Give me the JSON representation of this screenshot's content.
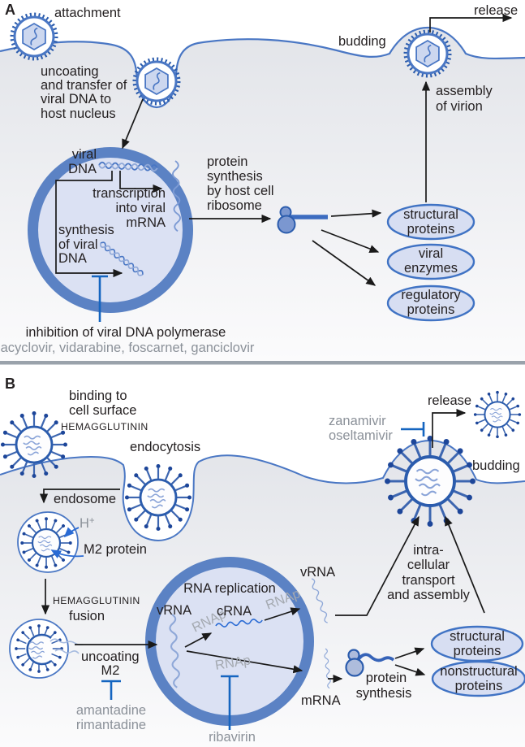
{
  "colors": {
    "membrane_blue": "#4a77c4",
    "nucleus_ring": "#5b82c4",
    "nucleus_fill": "#dbe1f3",
    "oval_fill": "#d7def2",
    "spike_navy": "#1d4699",
    "inhibitor_blue": "#1565c0",
    "bright_rna_blue": "#2a6bd4",
    "gray_text": "#8b9199",
    "dark_text": "#231f20",
    "divider_gray": "#9aa2ab"
  },
  "panelA": {
    "label": "A",
    "attachment": "attachment",
    "uncoating": [
      "uncoating",
      "and transfer of",
      "viral DNA to",
      "host nucleus"
    ],
    "viralDna": [
      "viral",
      "DNA"
    ],
    "transcription": [
      "transcription",
      "into viral",
      "mRNA"
    ],
    "synthesis": [
      "synthesis",
      "of viral",
      "DNA"
    ],
    "proteinSynthesis": [
      "protein",
      "synthesis",
      "by host cell",
      "ribosome"
    ],
    "budding": "budding",
    "release": "release",
    "assembly": [
      "assembly",
      "of virion"
    ],
    "ovals": [
      [
        "structural",
        "proteins"
      ],
      [
        "viral",
        "enzymes"
      ],
      [
        "regulatory",
        "proteins"
      ]
    ],
    "inhibitionTitle": "inhibition of viral DNA polymerase",
    "inhibitionDrugs": "acyclovir, vidarabine, foscarnet, ganciclovir"
  },
  "panelB": {
    "label": "B",
    "binding": [
      "binding to",
      "cell surface"
    ],
    "hemagglutinin1": "HEMAGGLUTININ",
    "endocytosis": "endocytosis",
    "endosome": "endosome",
    "h": "H",
    "hSup": "+",
    "m2Protein": "M2 protein",
    "hemagglutinin2": "HEMAGGLUTININ",
    "fusion": "fusion",
    "uncoating": "uncoating",
    "m2": "M2",
    "amantadine": [
      "amantadine",
      "rimantadine"
    ],
    "rnaReplication": "RNA replication",
    "vrnaIn": "vRNA",
    "rnap1": "RNAp",
    "rnap2": "RNAp",
    "rnap3": "RNAp",
    "crna": "cRNA",
    "vrnaOut": "vRNA",
    "mrna": "mRNA",
    "ribavirin": "ribavirin",
    "proteinSynthesis": [
      "protein",
      "synthesis"
    ],
    "transport": [
      "intra-",
      "cellular",
      "transport",
      "and assembly"
    ],
    "ovals": [
      [
        "structural",
        "proteins"
      ],
      [
        "nonstructural",
        "proteins"
      ]
    ],
    "zanamivir": [
      "zanamivir",
      "oseltamivir"
    ],
    "release": "release",
    "budding": "budding"
  }
}
